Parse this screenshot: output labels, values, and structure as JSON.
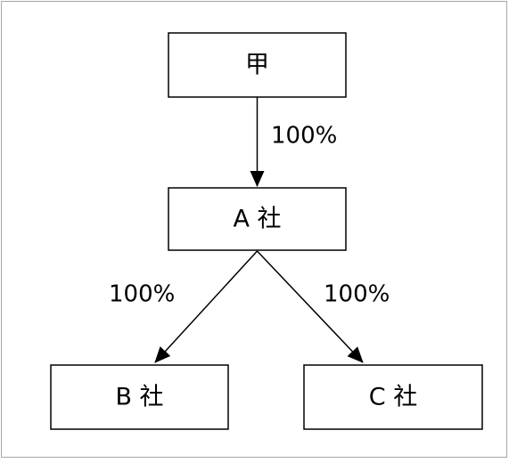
{
  "nodes": {
    "kou": {
      "label": "甲"
    },
    "a": {
      "label": "A 社"
    },
    "b": {
      "label": "B 社"
    },
    "c": {
      "label": "C 社"
    }
  },
  "edges": {
    "kou_a": {
      "label": "100%"
    },
    "a_b": {
      "label": "100%"
    },
    "a_c": {
      "label": "100%"
    }
  },
  "colors": {
    "stroke": "#000000",
    "frame": "#a6a6a6",
    "background": "#ffffff"
  }
}
